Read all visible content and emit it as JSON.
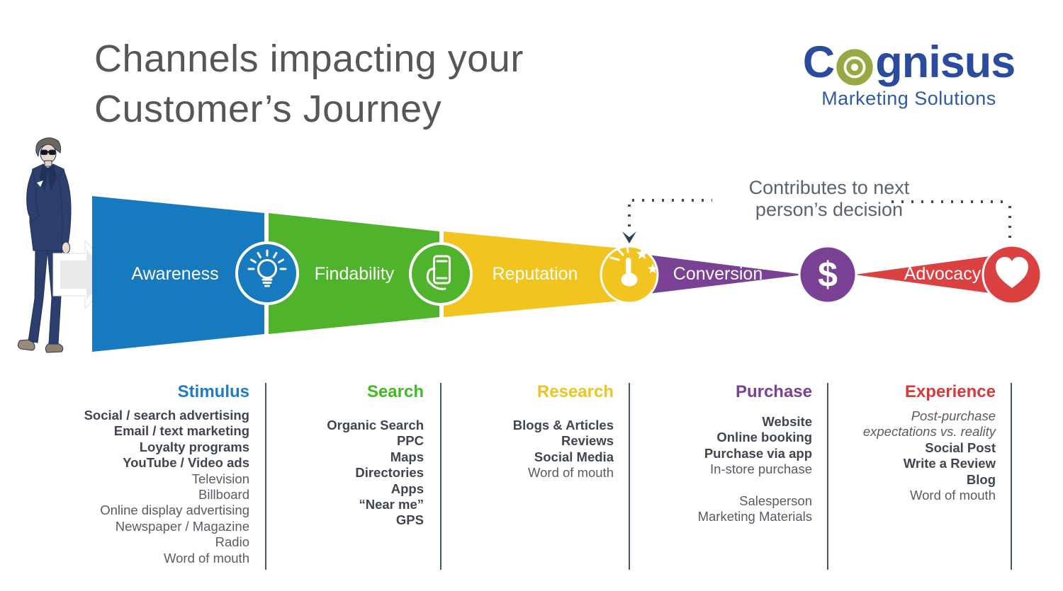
{
  "title": {
    "line1": "Channels impacting your",
    "line2": "Customer’s Journey"
  },
  "logo": {
    "name_prefix": "C",
    "name_suffix": "gnisus",
    "subtitle": "Marketing Solutions",
    "text_color": "#2B4C9E",
    "ring_color": "#99A842"
  },
  "annotation": {
    "line1": "Contributes to next",
    "line2": "person’s decision"
  },
  "funnel": {
    "dollar_glyph": "$",
    "stages": [
      {
        "label": "Awareness",
        "color": "#1779BE",
        "icon": "lightbulb-icon"
      },
      {
        "label": "Findability",
        "color": "#4FB32B",
        "icon": "phone-in-hand-icon"
      },
      {
        "label": "Reputation",
        "color": "#F2C41F",
        "icon": "click-stars-icon"
      },
      {
        "label": "Conversion",
        "color": "#7A4195",
        "icon": "dollar-icon"
      },
      {
        "label": "Advocacy",
        "color": "#DB4141",
        "icon": "heart-icon"
      }
    ]
  },
  "columns": [
    {
      "title": "Stimulus",
      "color": "#1E7DC2",
      "items": [
        {
          "text": "Social / search advertising",
          "style": "bold"
        },
        {
          "text": "Email / text marketing",
          "style": "bold"
        },
        {
          "text": "Loyalty programs",
          "style": "bold"
        },
        {
          "text": "YouTube / Video ads",
          "style": "bold"
        },
        {
          "text": "Television",
          "style": "regular"
        },
        {
          "text": "Billboard",
          "style": "regular"
        },
        {
          "text": "Online display advertising",
          "style": "regular"
        },
        {
          "text": "Newspaper / Magazine",
          "style": "regular"
        },
        {
          "text": "Radio",
          "style": "regular"
        },
        {
          "text": "Word of mouth",
          "style": "regular"
        }
      ]
    },
    {
      "title": "Search",
      "color": "#3FBB24",
      "items": [
        {
          "text": "Organic Search",
          "style": "bold"
        },
        {
          "text": "PPC",
          "style": "bold"
        },
        {
          "text": "Maps",
          "style": "bold"
        },
        {
          "text": "Directories",
          "style": "bold"
        },
        {
          "text": "Apps",
          "style": "bold"
        },
        {
          "text": "“Near me”",
          "style": "bold"
        },
        {
          "text": "GPS",
          "style": "bold"
        }
      ]
    },
    {
      "title": "Research",
      "color": "#EFC41F",
      "items": [
        {
          "text": "Blogs & Articles",
          "style": "bold"
        },
        {
          "text": "Reviews",
          "style": "bold"
        },
        {
          "text": "Social Media",
          "style": "bold"
        },
        {
          "text": "Word of mouth",
          "style": "regular"
        }
      ]
    },
    {
      "title": "Purchase",
      "color": "#7A4195",
      "items": [
        {
          "text": "Website",
          "style": "bold"
        },
        {
          "text": "Online booking",
          "style": "bold"
        },
        {
          "text": "Purchase via app",
          "style": "bold"
        },
        {
          "text": "In-store purchase",
          "style": "regular"
        },
        {
          "text": "",
          "style": "blank"
        },
        {
          "text": "Salesperson",
          "style": "regular"
        },
        {
          "text": "Marketing Materials",
          "style": "regular"
        }
      ]
    },
    {
      "title": "Experience",
      "color": "#D83A3C",
      "items": [
        {
          "text": "Post-purchase",
          "style": "italic"
        },
        {
          "text": "expectations vs. reality",
          "style": "italic"
        },
        {
          "text": "Social Post",
          "style": "bold"
        },
        {
          "text": "Write a Review",
          "style": "bold"
        },
        {
          "text": "Blog",
          "style": "bold"
        },
        {
          "text": "Word of mouth",
          "style": "regular"
        }
      ]
    }
  ]
}
